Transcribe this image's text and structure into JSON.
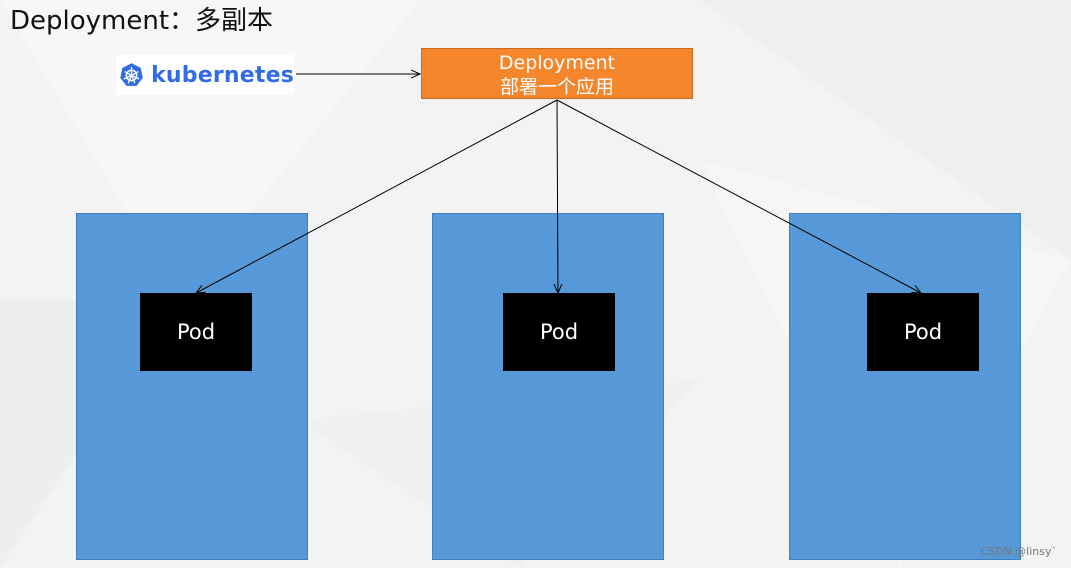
{
  "slide": {
    "title": "Deployment：多副本"
  },
  "logo": {
    "wordmark": "kubernetes",
    "icon": "helm-wheel-icon",
    "color": "#326ce5"
  },
  "deployment": {
    "line1": "Deployment",
    "line2": "部署一个应用",
    "color": "#f5862b"
  },
  "nodes": {
    "color": "#5798d8",
    "items": [
      {
        "pod_label": "Pod"
      },
      {
        "pod_label": "Pod"
      },
      {
        "pod_label": "Pod"
      }
    ]
  },
  "watermark": "CSDN @linsy`"
}
